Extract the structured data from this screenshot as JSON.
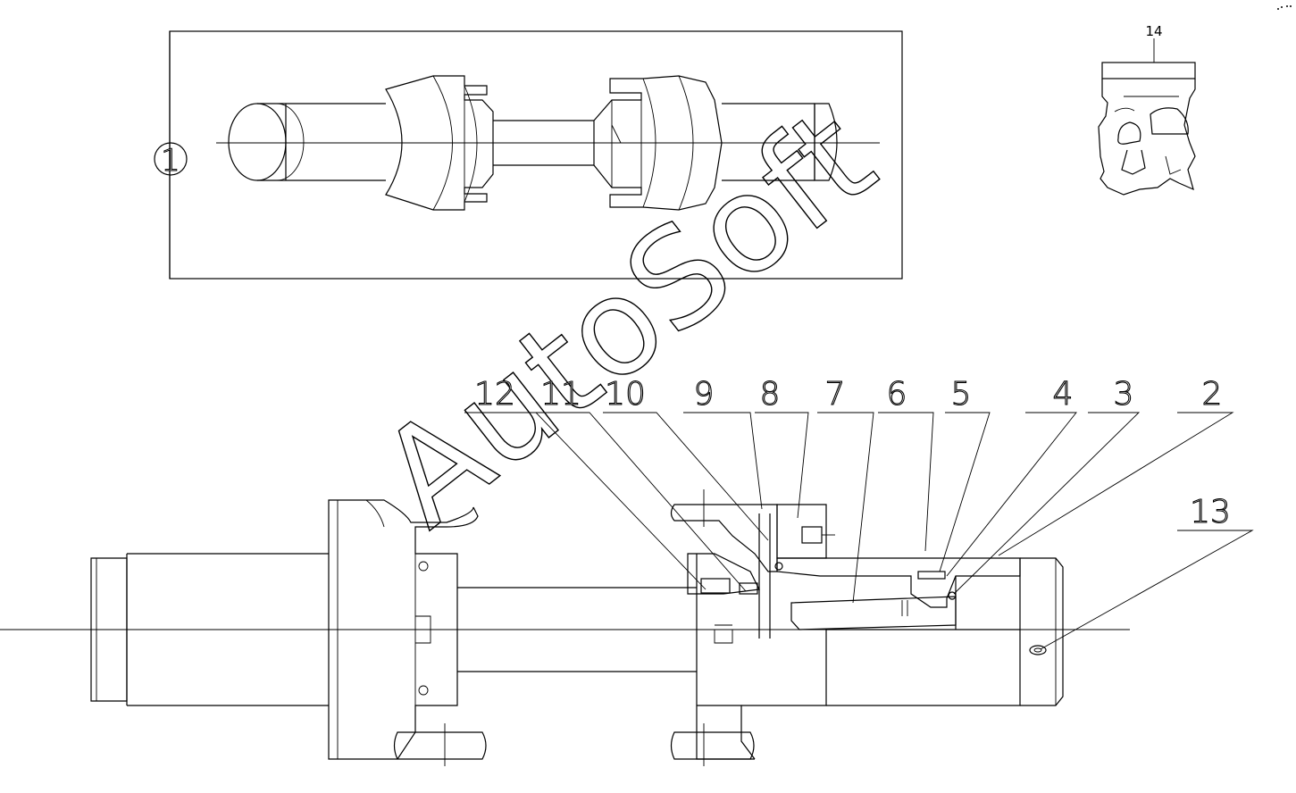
{
  "diagram": {
    "detail_callout": "1",
    "seal_callout": "14",
    "part_callouts": [
      "12",
      "11",
      "10",
      "9",
      "8",
      "7",
      "6",
      "5",
      "4",
      "3",
      "2"
    ],
    "lower_callout": "13",
    "watermark": "AutoSoft"
  }
}
